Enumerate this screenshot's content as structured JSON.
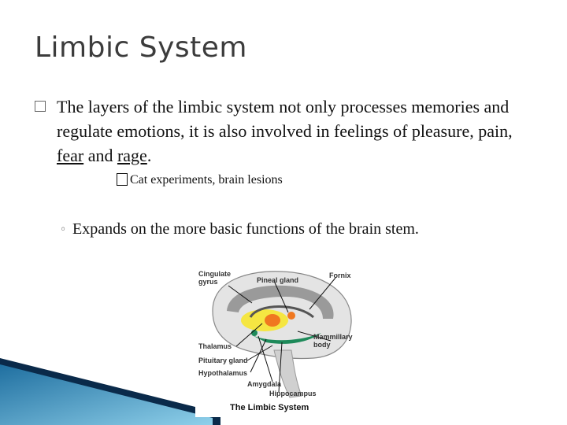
{
  "slide": {
    "title": "Limbic System",
    "bullet_main": {
      "text_before": "The layers of the limbic system not only processes memories and regulate emotions, it is also involved in feelings of pleasure, pain, ",
      "link1": "fear",
      "text_mid": " and ",
      "link2": "rage",
      "text_end": "."
    },
    "sub_bullet": "Cat experiments, brain lesions",
    "bullet_second": "Expands on the more basic functions of the brain stem."
  },
  "figure": {
    "title": "The Limbic System",
    "labels": {
      "cingulate": "Cingulate gyrus",
      "pineal": "Pineal gland",
      "fornix": "Fornix",
      "mammillary": "Mammillary body",
      "thalamus": "Thalamus",
      "pituitary": "Pituitary gland",
      "hypothalamus": "Hypothalamus",
      "amygdala": "Amygdala",
      "hippocampus": "Hippocampus"
    }
  },
  "colors": {
    "corner_dark": "#0a2a4a",
    "corner_light": "#5bb3d8",
    "brain_gray": "#9a9a9a",
    "thalamus_yellow": "#f5e642",
    "orange": "#f07820",
    "green": "#1e8a5a"
  }
}
